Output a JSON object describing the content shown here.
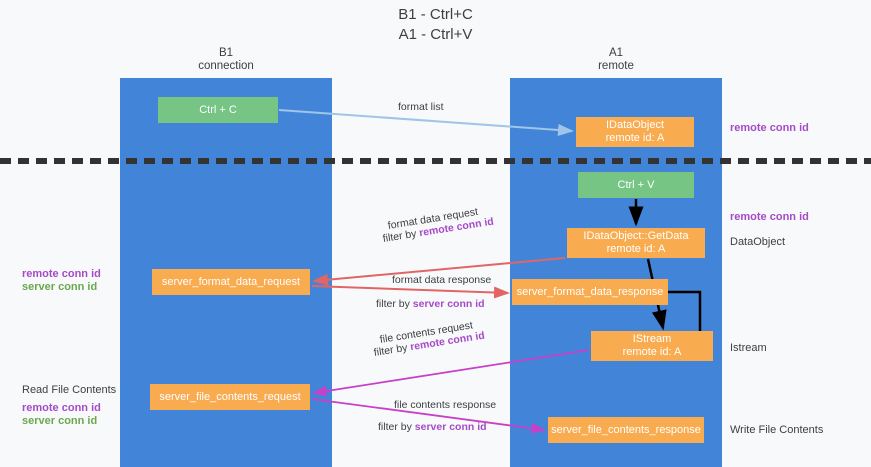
{
  "title": {
    "line1": "B1 - Ctrl+C",
    "line2": "A1 - Ctrl+V"
  },
  "lanes": [
    {
      "name": "B1",
      "role": "connection",
      "color": "#4285d8"
    },
    {
      "name": "A1",
      "role": "remote",
      "color": "#4285d8"
    }
  ],
  "colors": {
    "lane": "#4285d8",
    "green_box": "#76c585",
    "orange_box": "#f9ab50",
    "purple_text": "#a64ac9",
    "green_text": "#6aa84f",
    "arrow_blue": "#9fc5e8",
    "arrow_black": "#000000",
    "arrow_red": "#e06666",
    "arrow_magenta": "#c740c7",
    "divider": "#333333",
    "background": "#f8f9fa"
  },
  "boxes": {
    "ctrl_c": {
      "line1": "Ctrl + C",
      "line2": ""
    },
    "idataobject": {
      "line1": "IDataObject",
      "line2": "remote id: A"
    },
    "ctrl_v": {
      "line1": "Ctrl + V",
      "line2": ""
    },
    "getdata": {
      "line1": "IDataObject::GetData",
      "line2": "remote id: A"
    },
    "server_format_data_request": {
      "line1": "server_format_data_request",
      "line2": ""
    },
    "server_format_data_response": {
      "line1": "server_format_data_response",
      "line2": ""
    },
    "istream": {
      "line1": "IStream",
      "line2": "remote id: A"
    },
    "server_file_contents_request": {
      "line1": "server_file_contents_request",
      "line2": ""
    },
    "server_file_contents_response": {
      "line1": "server_file_contents_response",
      "line2": ""
    }
  },
  "edge_labels": {
    "format_list": "format list",
    "format_data_request": "format data request",
    "format_data_request_filter_prefix": "filter by ",
    "format_data_request_filter_key": "remote conn id",
    "format_data_response": "format data response",
    "format_data_response_filter_prefix": "filter by ",
    "format_data_response_filter_key": "server conn id",
    "file_contents_request": "file contents request",
    "file_contents_request_filter_prefix": "filter by ",
    "file_contents_request_filter_key": "remote conn id",
    "file_contents_response": "file contents response",
    "file_contents_response_filter_prefix": "filter by ",
    "file_contents_response_filter_key": "server conn id"
  },
  "annotations": {
    "right_remote_conn_id_top": "remote conn id",
    "right_remote_conn_id_mid": "remote conn id",
    "right_dataobject": "DataObject",
    "right_istream": "Istream",
    "right_write_file_contents": "Write File Contents",
    "left_remote_conn_id_mid": "remote conn id",
    "left_server_conn_id_mid": "server conn id",
    "left_read_file_contents": "Read File Contents",
    "left_remote_conn_id_bottom": "remote conn id",
    "left_server_conn_id_bottom": "server conn id"
  }
}
